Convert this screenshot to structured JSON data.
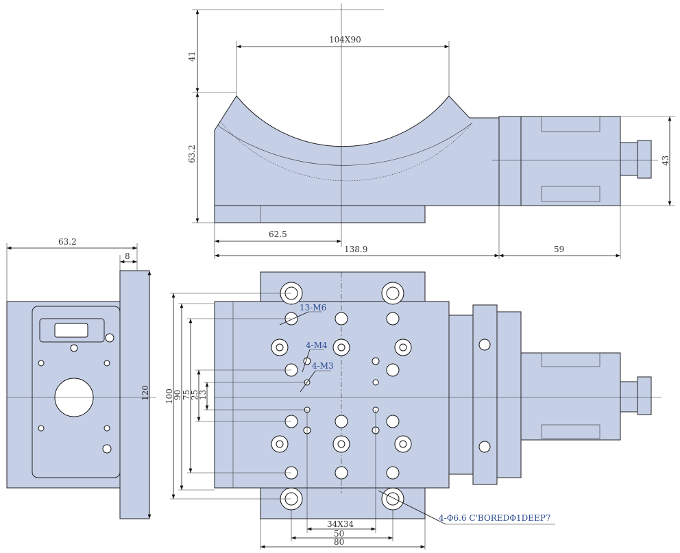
{
  "drawing": {
    "fill_color": "#c5cfe6",
    "side_view": {
      "dims": {
        "width_arc": "104X90",
        "top_height": "41",
        "body_height": "63.2",
        "center_offset": "62.5",
        "body_length": "138.9",
        "motor_length": "59",
        "motor_height": "43"
      }
    },
    "end_view": {
      "dims": {
        "depth": "63.2",
        "plate_thickness": "8",
        "height": "120"
      }
    },
    "top_view": {
      "dims": {
        "d100": "100",
        "d90": "90",
        "d75": "75",
        "d25": "25",
        "d13": "13",
        "d34": "34X34",
        "d50": "50",
        "d80": "80"
      },
      "callouts": {
        "m6": "13-M6",
        "m4": "4-M4",
        "m3": "4-M3",
        "bore": "4-Φ6.6 C'BOREDΦ1DEEP7"
      }
    }
  }
}
